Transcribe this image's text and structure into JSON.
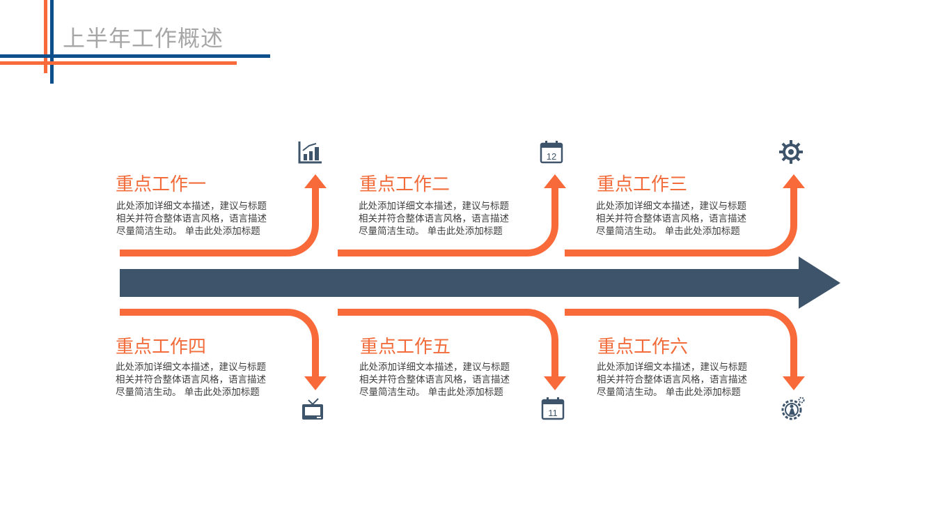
{
  "header": {
    "title": "上半年工作概述"
  },
  "colors": {
    "orange": "#f96a3a",
    "navy": "#3e546b",
    "blue": "#0d4f8b",
    "title_gray": "#a6a6a6"
  },
  "items": [
    {
      "title": "重点工作一",
      "lines": [
        "此处添加详细文本描述，建议与标题",
        "相关并符合整体语言风格，语言描述",
        "尽量简洁生动。 单击此处添加标题"
      ],
      "icon": "bar-chart-icon"
    },
    {
      "title": "重点工作二",
      "lines": [
        "此处添加详细文本描述，建议与标题",
        "相关并符合整体语言风格，语言描述",
        "尽量简洁生动。 单击此处添加标题"
      ],
      "icon": "calendar-icon",
      "icon_text": "12"
    },
    {
      "title": "重点工作三",
      "lines": [
        "此处添加详细文本描述，建议与标题",
        "相关并符合整体语言风格，语言描述",
        "尽量简洁生动。 单击此处添加标题"
      ],
      "icon": "gear-icon"
    },
    {
      "title": "重点工作四",
      "lines": [
        "此处添加详细文本描述，建议与标题",
        "相关并符合整体语言风格，语言描述",
        "尽量简洁生动。 单击此处添加标题"
      ],
      "icon": "tv-icon"
    },
    {
      "title": "重点工作五",
      "lines": [
        "此处添加详细文本描述，建议与标题",
        "相关并符合整体语言风格，语言描述",
        "尽量简洁生动。 单击此处添加标题"
      ],
      "icon": "calendar-icon",
      "icon_text": "11"
    },
    {
      "title": "重点工作六",
      "lines": [
        "此处添加详细文本描述，建议与标题",
        "相关并符合整体语言风格，语言描述",
        "尽量简洁生动。 单击此处添加标题"
      ],
      "icon": "worker-gear-icon"
    }
  ]
}
